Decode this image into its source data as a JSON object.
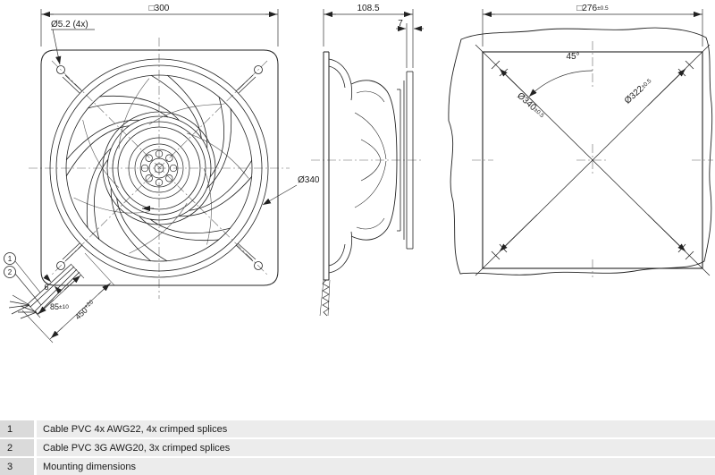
{
  "front_view": {
    "dim_square": "□300",
    "dim_holes": "Ø5.2 (4x)",
    "dim_diameter": "Ø340",
    "dim_cable_width": "6",
    "dim_cable_a": "85",
    "dim_cable_a_tol": "±10",
    "dim_cable_b": "450",
    "dim_cable_b_tol": "+20",
    "callout_1": "1",
    "callout_2": "2"
  },
  "side_view": {
    "dim_depth": "108.5",
    "dim_plate": "7"
  },
  "mounting_view": {
    "dim_square": "□276",
    "dim_square_tol": "±0.5",
    "dim_angle": "45°",
    "dim_bolt_circle_1": "Ø340",
    "dim_bolt_circle_1_tol": "±0.5",
    "dim_bolt_circle_2": "Ø322",
    "dim_bolt_circle_2_tol": "±0.5"
  },
  "legend": {
    "rows": [
      {
        "num": "1",
        "text": "Cable PVC 4x AWG22, 4x crimped splices"
      },
      {
        "num": "2",
        "text": "Cable PVC 3G AWG20, 3x crimped splices"
      },
      {
        "num": "3",
        "text": "Mounting dimensions"
      }
    ]
  }
}
